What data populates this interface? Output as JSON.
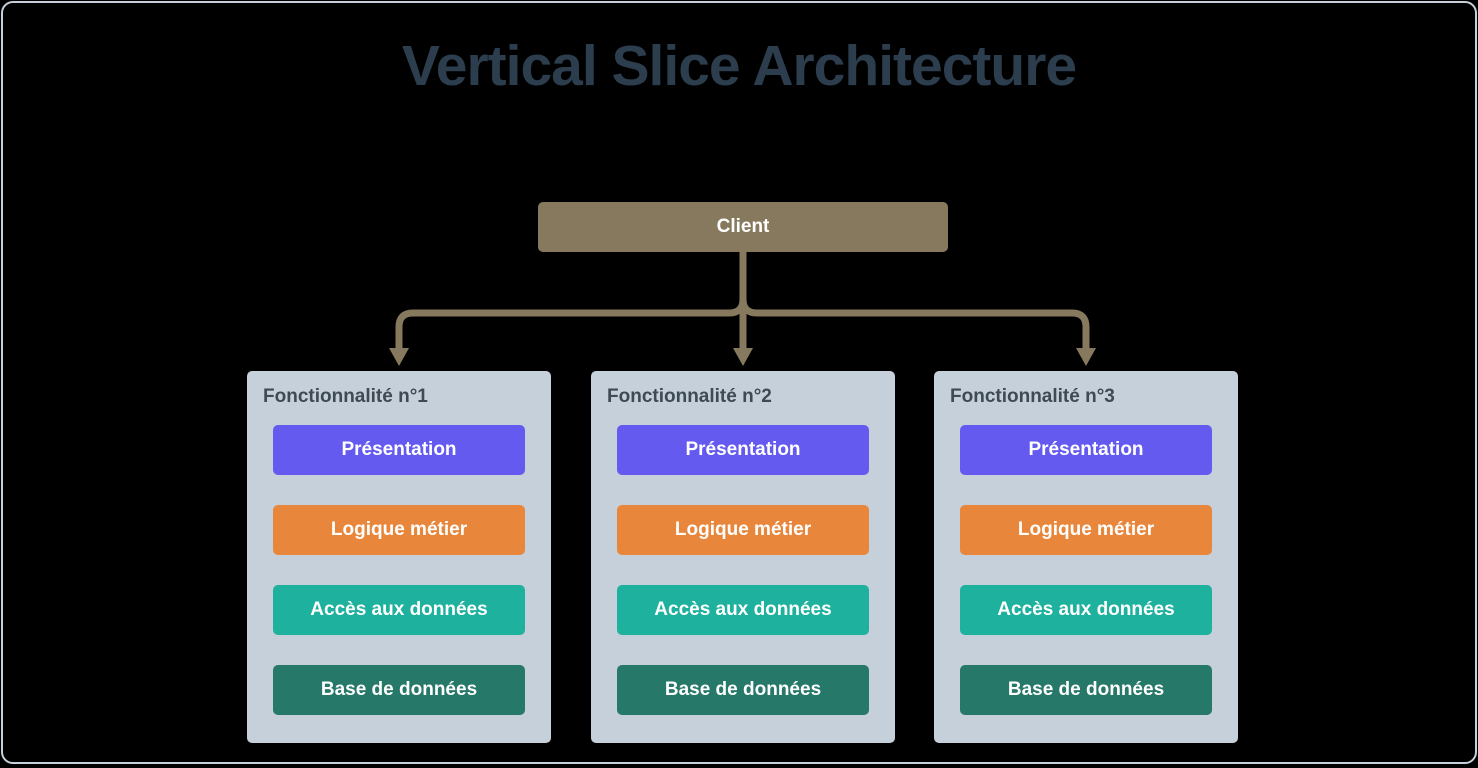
{
  "title": "Vertical Slice Architecture",
  "colors": {
    "title_dark": "#2c3d4d",
    "client_brown": "#87795e",
    "panel_gray": "#c6d0da",
    "border_gray": "#c6d0da",
    "header_dark": "#3e4a55",
    "purple": "#645af0",
    "orange": "#e8873b",
    "teal": "#1eb19e",
    "green": "#267868"
  },
  "client": {
    "label": "Client"
  },
  "panels": [
    {
      "title": "Fonctionnalité n°1",
      "boxes": [
        {
          "label": "Présentation",
          "color": "#645af0"
        },
        {
          "label": "Logique métier",
          "color": "#e8873b"
        },
        {
          "label": "Accès aux données",
          "color": "#1eb19e"
        },
        {
          "label": "Base de données",
          "color": "#267868"
        }
      ]
    },
    {
      "title": "Fonctionnalité n°2",
      "boxes": [
        {
          "label": "Présentation",
          "color": "#645af0"
        },
        {
          "label": "Logique métier",
          "color": "#e8873b"
        },
        {
          "label": "Accès aux données",
          "color": "#1eb19e"
        },
        {
          "label": "Base de données",
          "color": "#267868"
        }
      ]
    },
    {
      "title": "Fonctionnalité n°3",
      "boxes": [
        {
          "label": "Présentation",
          "color": "#645af0"
        },
        {
          "label": "Logique métier",
          "color": "#e8873b"
        },
        {
          "label": "Accès aux données",
          "color": "#1eb19e"
        },
        {
          "label": "Base de données",
          "color": "#267868"
        }
      ]
    }
  ]
}
